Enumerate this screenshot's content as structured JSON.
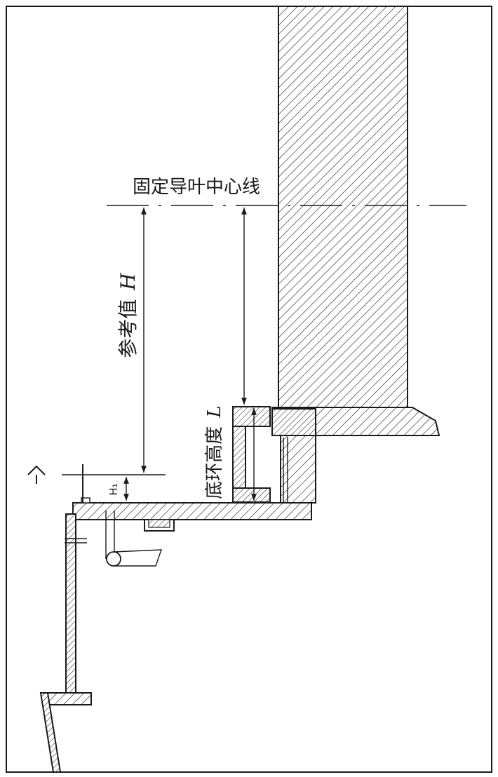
{
  "labels": {
    "centerline": "固定导叶中心线",
    "reference_prefix": "参考值",
    "reference_symbol": "H",
    "ring_prefix": "底环高度",
    "ring_symbol": "L",
    "h1": "H₁"
  }
}
